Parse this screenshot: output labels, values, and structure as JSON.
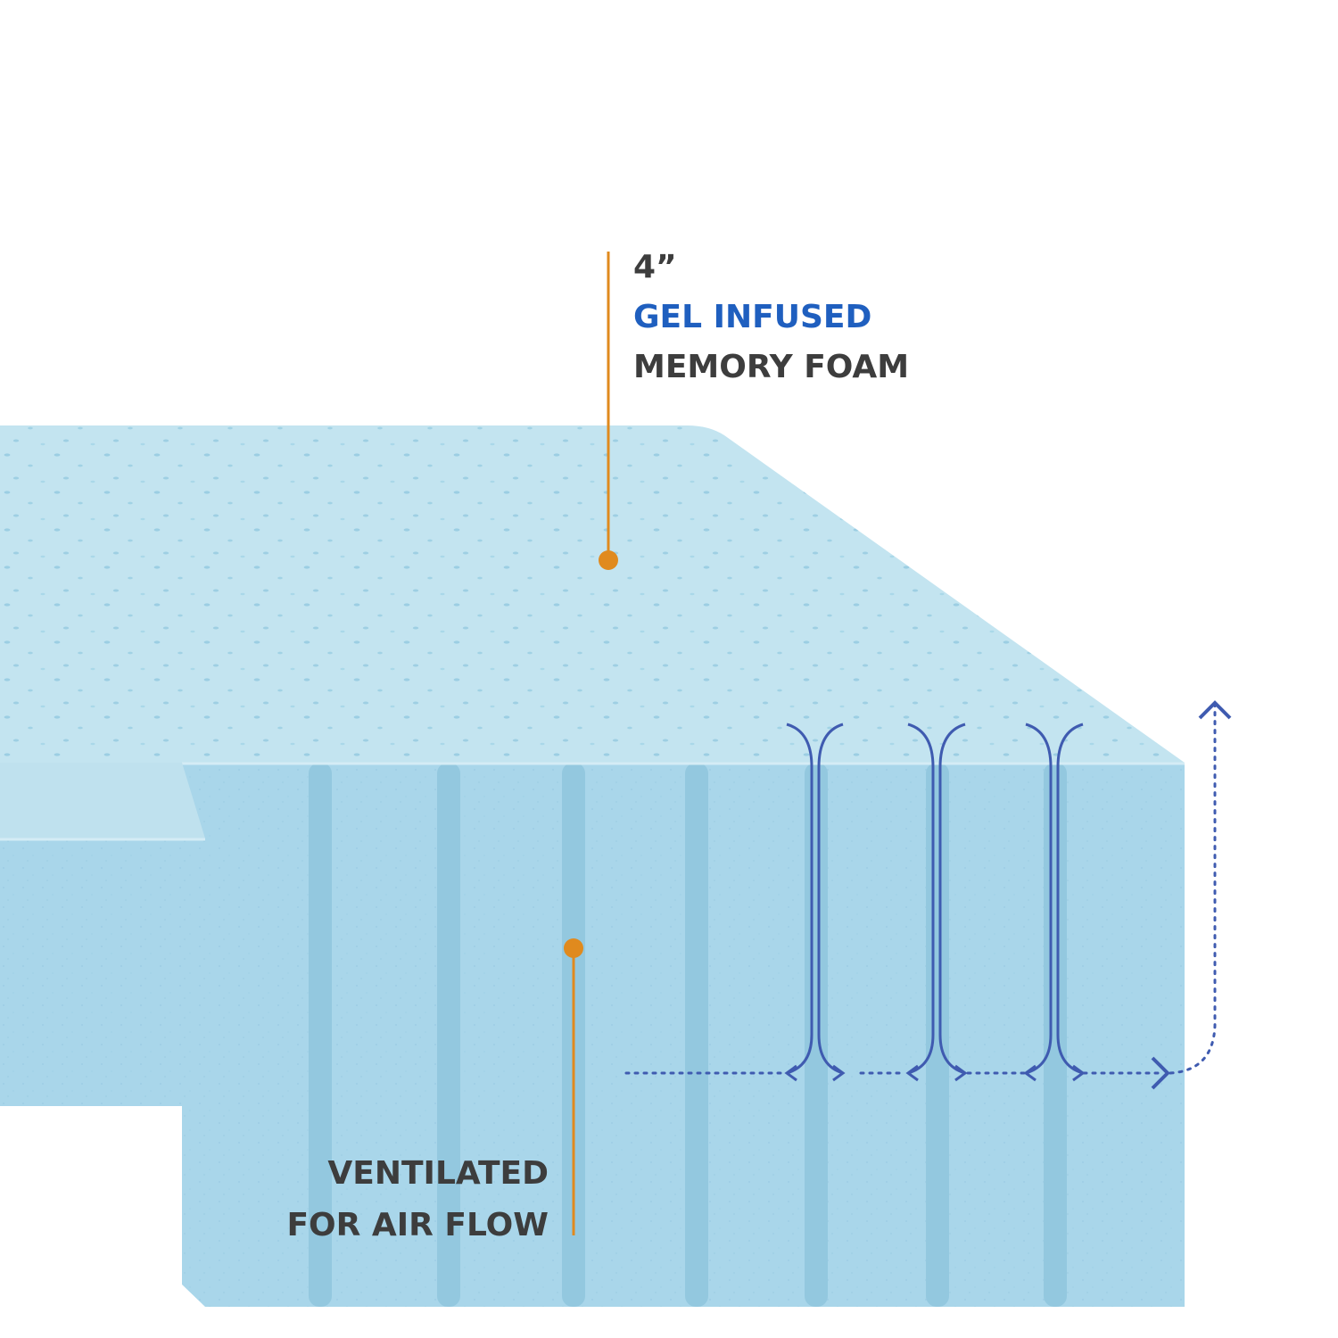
{
  "callouts": {
    "top": {
      "thickness": "4”",
      "material_highlight": "GEL INFUSED",
      "material": "MEMORY FOAM"
    },
    "bottom": {
      "line1": "VENTILATED",
      "line2": "FOR AIR FLOW"
    }
  },
  "colors": {
    "foam_top": "#c3e4f0",
    "foam_side": "#a9d6ea",
    "foam_groove": "#8fc5de",
    "leader_line": "#e08a1e",
    "dark_text": "#3d3d3d",
    "highlight_text": "#1f5fbf",
    "airflow_arrow": "#3f5bb0"
  }
}
